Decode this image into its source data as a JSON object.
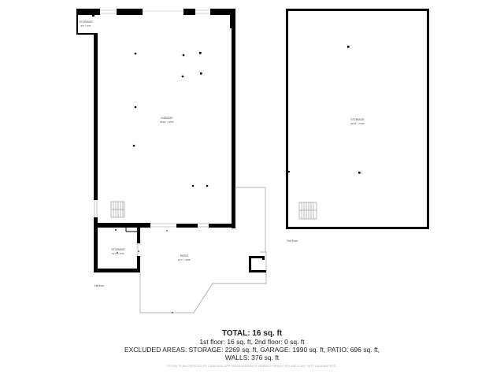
{
  "first_floor": {
    "label": "1st floor",
    "rooms": [
      {
        "name": "STORAGE",
        "dims": "6'5\" x 5'5\""
      },
      {
        "name": "GARAGE",
        "dims": "35'10\" x 55'5\""
      },
      {
        "name": "STORAGE",
        "dims": "10'7\" x 11'9\""
      },
      {
        "name": "PATIO",
        "dims": "33'7\" x 32'8\""
      }
    ]
  },
  "second_floor": {
    "label": "2nd floor",
    "rooms": [
      {
        "name": "STORAGE",
        "dims": "36'10\" x 53'8\""
      }
    ]
  },
  "summary": {
    "total": "TOTAL: 16 sq. ft",
    "floors": "1st floor: 16 sq. ft, 2nd floor: 0 sq. ft",
    "excluded": "EXCLUDED AREAS: STORAGE: 2269 sq. ft, GARAGE: 1990 sq. ft, PATIO: 696 sq. ft,",
    "walls": "WALLS: 376 sq. ft"
  },
  "footer_note": "FLOOR PLAN CREATED BY CUBICASA APP. MEASUREMENTS DEEMED HIGHLY RELIABLE BUT NOT GUARANTEED.",
  "colors": {
    "wall": "#000000",
    "thin_line": "#999999",
    "text": "#222222"
  }
}
